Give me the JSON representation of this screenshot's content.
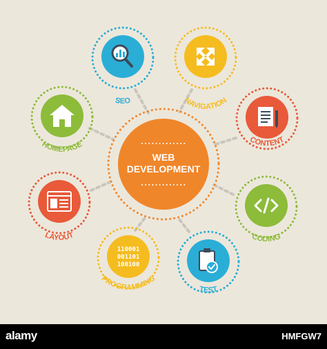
{
  "colors": {
    "background": "#ece7db",
    "orange": "#f0862a",
    "yellow": "#f5bc1f",
    "red": "#e85a3a",
    "green": "#8dbb3a",
    "blue": "#2aaed6",
    "connector": "#c9c6be"
  },
  "center": {
    "line1": "WEB",
    "line2": "DEVELOPMENT"
  },
  "nodes": [
    {
      "id": "seo",
      "label": "SEO",
      "icon": "magnifier-chart-icon",
      "color": "blue"
    },
    {
      "id": "navigation",
      "label": "NAVIGATION",
      "icon": "arrows-out-icon",
      "color": "yellow"
    },
    {
      "id": "content",
      "label": "CONTENT",
      "icon": "document-pencil-icon",
      "color": "red"
    },
    {
      "id": "coding",
      "label": "CODING",
      "icon": "code-icon",
      "color": "green"
    },
    {
      "id": "test",
      "label": "TEST",
      "icon": "clipboard-check-icon",
      "color": "blue"
    },
    {
      "id": "programming",
      "label": "PROGRAMMING",
      "icon": "binary-icon",
      "color": "yellow",
      "binary": [
        "110001",
        "001101",
        "100100"
      ]
    },
    {
      "id": "layout",
      "label": "LAYOUT",
      "icon": "browser-window-icon",
      "color": "red"
    },
    {
      "id": "homepage",
      "label": "HOMEPAGE",
      "icon": "house-icon",
      "color": "green"
    }
  ],
  "watermark": {
    "logo": "alamy",
    "code": "HMFGW7"
  }
}
